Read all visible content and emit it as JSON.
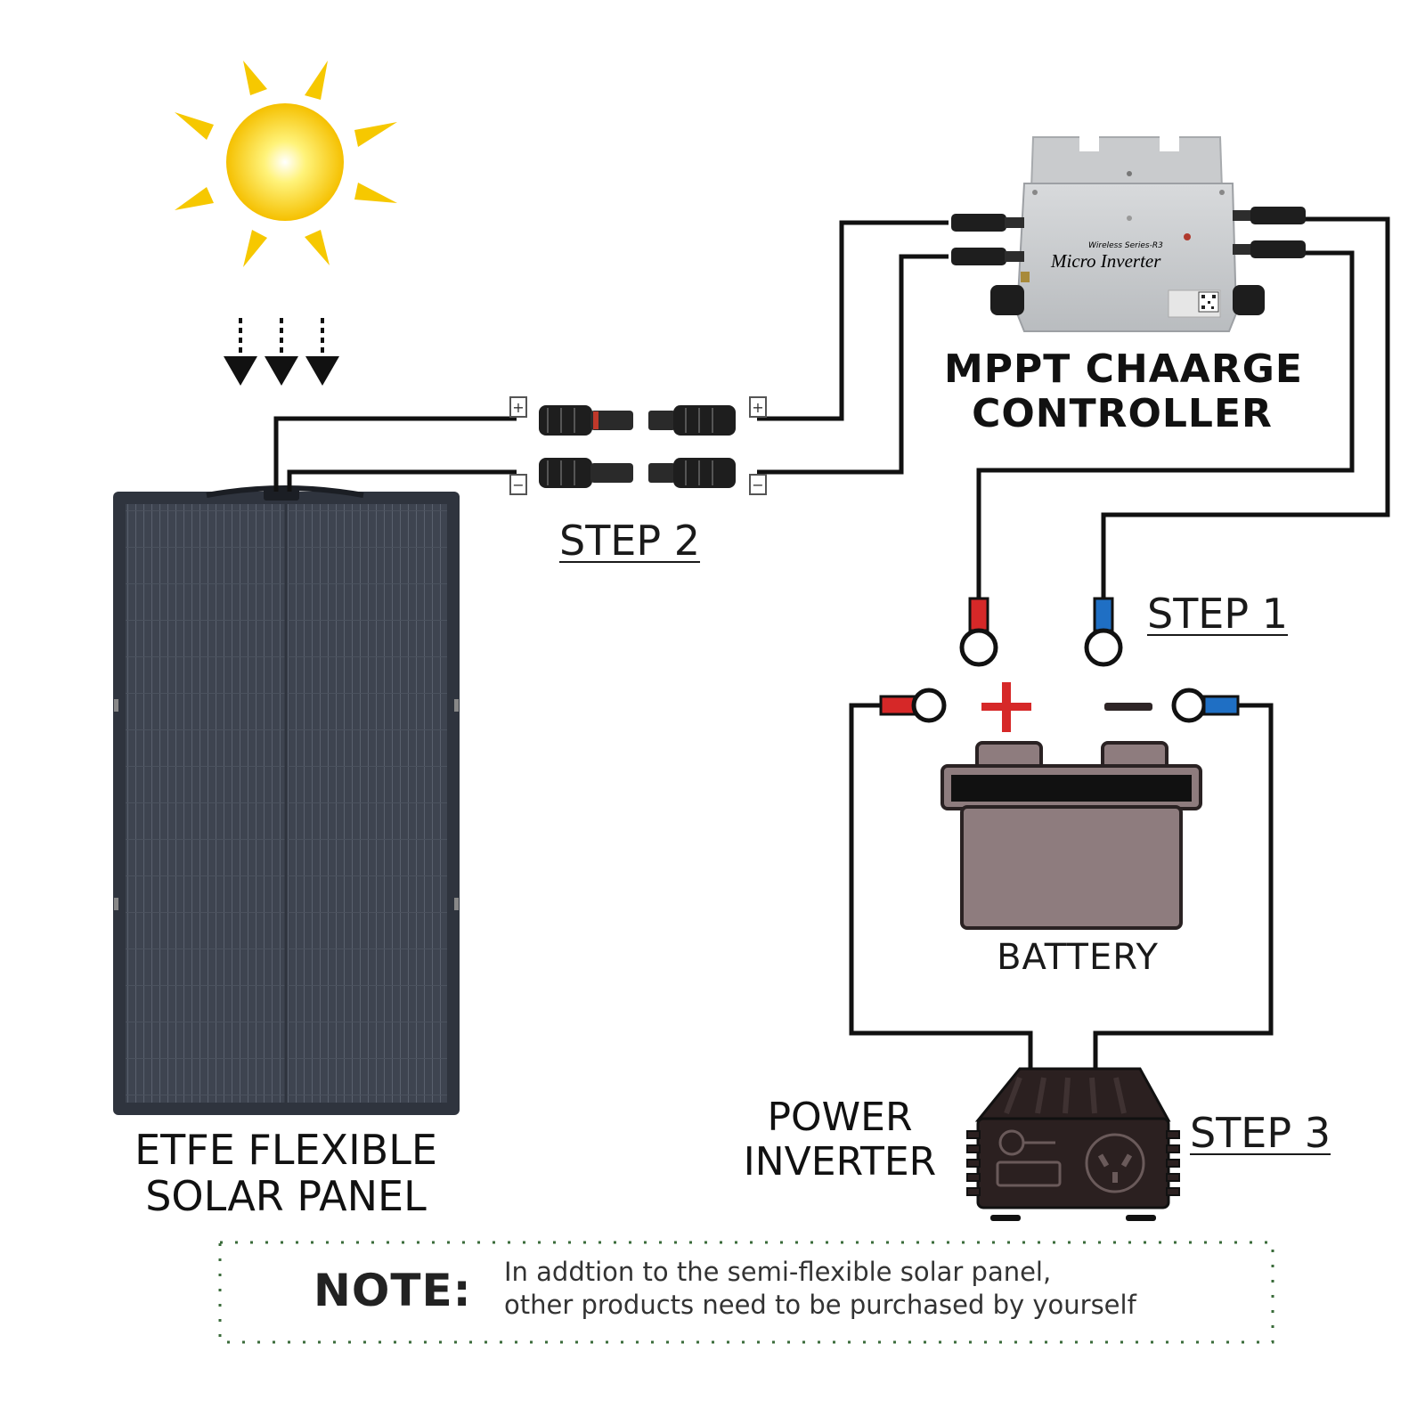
{
  "labels": {
    "mppt_line1": "MPPT CHAARGE",
    "mppt_line2": "CONTROLLER",
    "panel_line1": "ETFE FLEXIBLE",
    "panel_line2": "SOLAR PANEL",
    "battery": "BATTERY",
    "power_line1": "POWER",
    "power_line2": "INVERTER"
  },
  "steps": {
    "step1": "STEP 1",
    "step2": "STEP 2",
    "step3": "STEP 3"
  },
  "device": {
    "brand_line": "Wireless Series-R3",
    "model_name": "Micro Inverter"
  },
  "note": {
    "title": "NOTE:",
    "line1": "In addtion to the semi-flexible solar panel,",
    "line2": "other products need to be purchased by yourself"
  },
  "colors": {
    "positive": "#d62828",
    "negative": "#1f6fc4",
    "wire": "#111111",
    "sun": "#f6c400",
    "panel": "#3d434f",
    "battery_body": "#8e7c7e",
    "inverter_body": "#2b2020"
  }
}
